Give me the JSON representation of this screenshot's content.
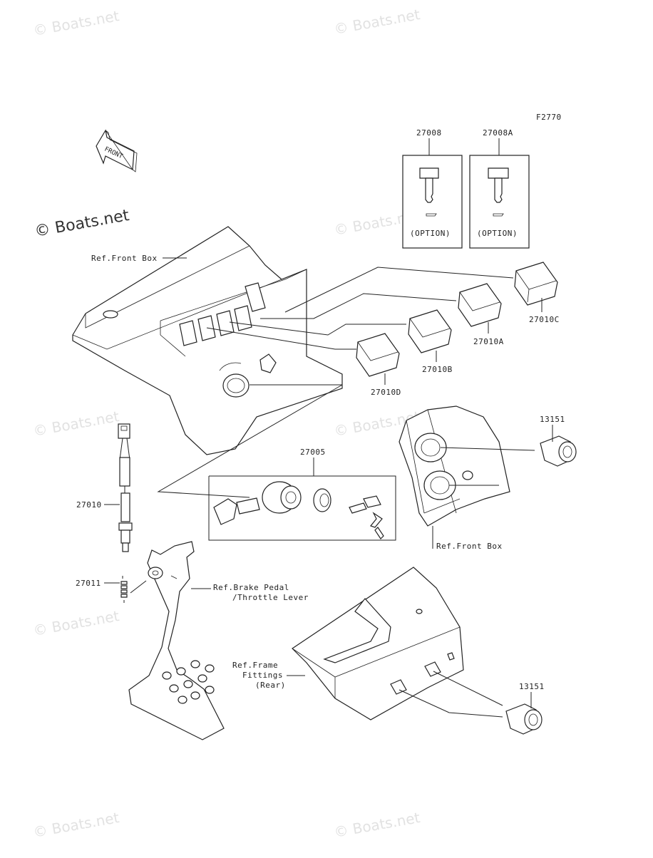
{
  "watermark": {
    "text": "© Boats.net",
    "strong_text": "© Boats.net"
  },
  "figure_code": "F2770",
  "front_arrow_text": "FRONT",
  "labels": {
    "p27008": "27008",
    "p27008A": "27008A",
    "option1": "(OPTION)",
    "option2": "(OPTION)",
    "ref_front_box_top": "Ref.Front Box",
    "p27010C": "27010C",
    "p27010A": "27010A",
    "p27010B": "27010B",
    "p27010D": "27010D",
    "p13151_top": "13151",
    "p27005": "27005",
    "p27010": "27010",
    "p27011": "27011",
    "ref_front_box_bottom": "Ref.Front Box",
    "ref_brake_line1": "Ref.Brake Pedal",
    "ref_brake_line2": "/Throttle Lever",
    "ref_frame_line1": "Ref.Frame",
    "ref_frame_line2": "Fittings",
    "ref_frame_line3": "(Rear)",
    "p13151_bottom": "13151"
  }
}
